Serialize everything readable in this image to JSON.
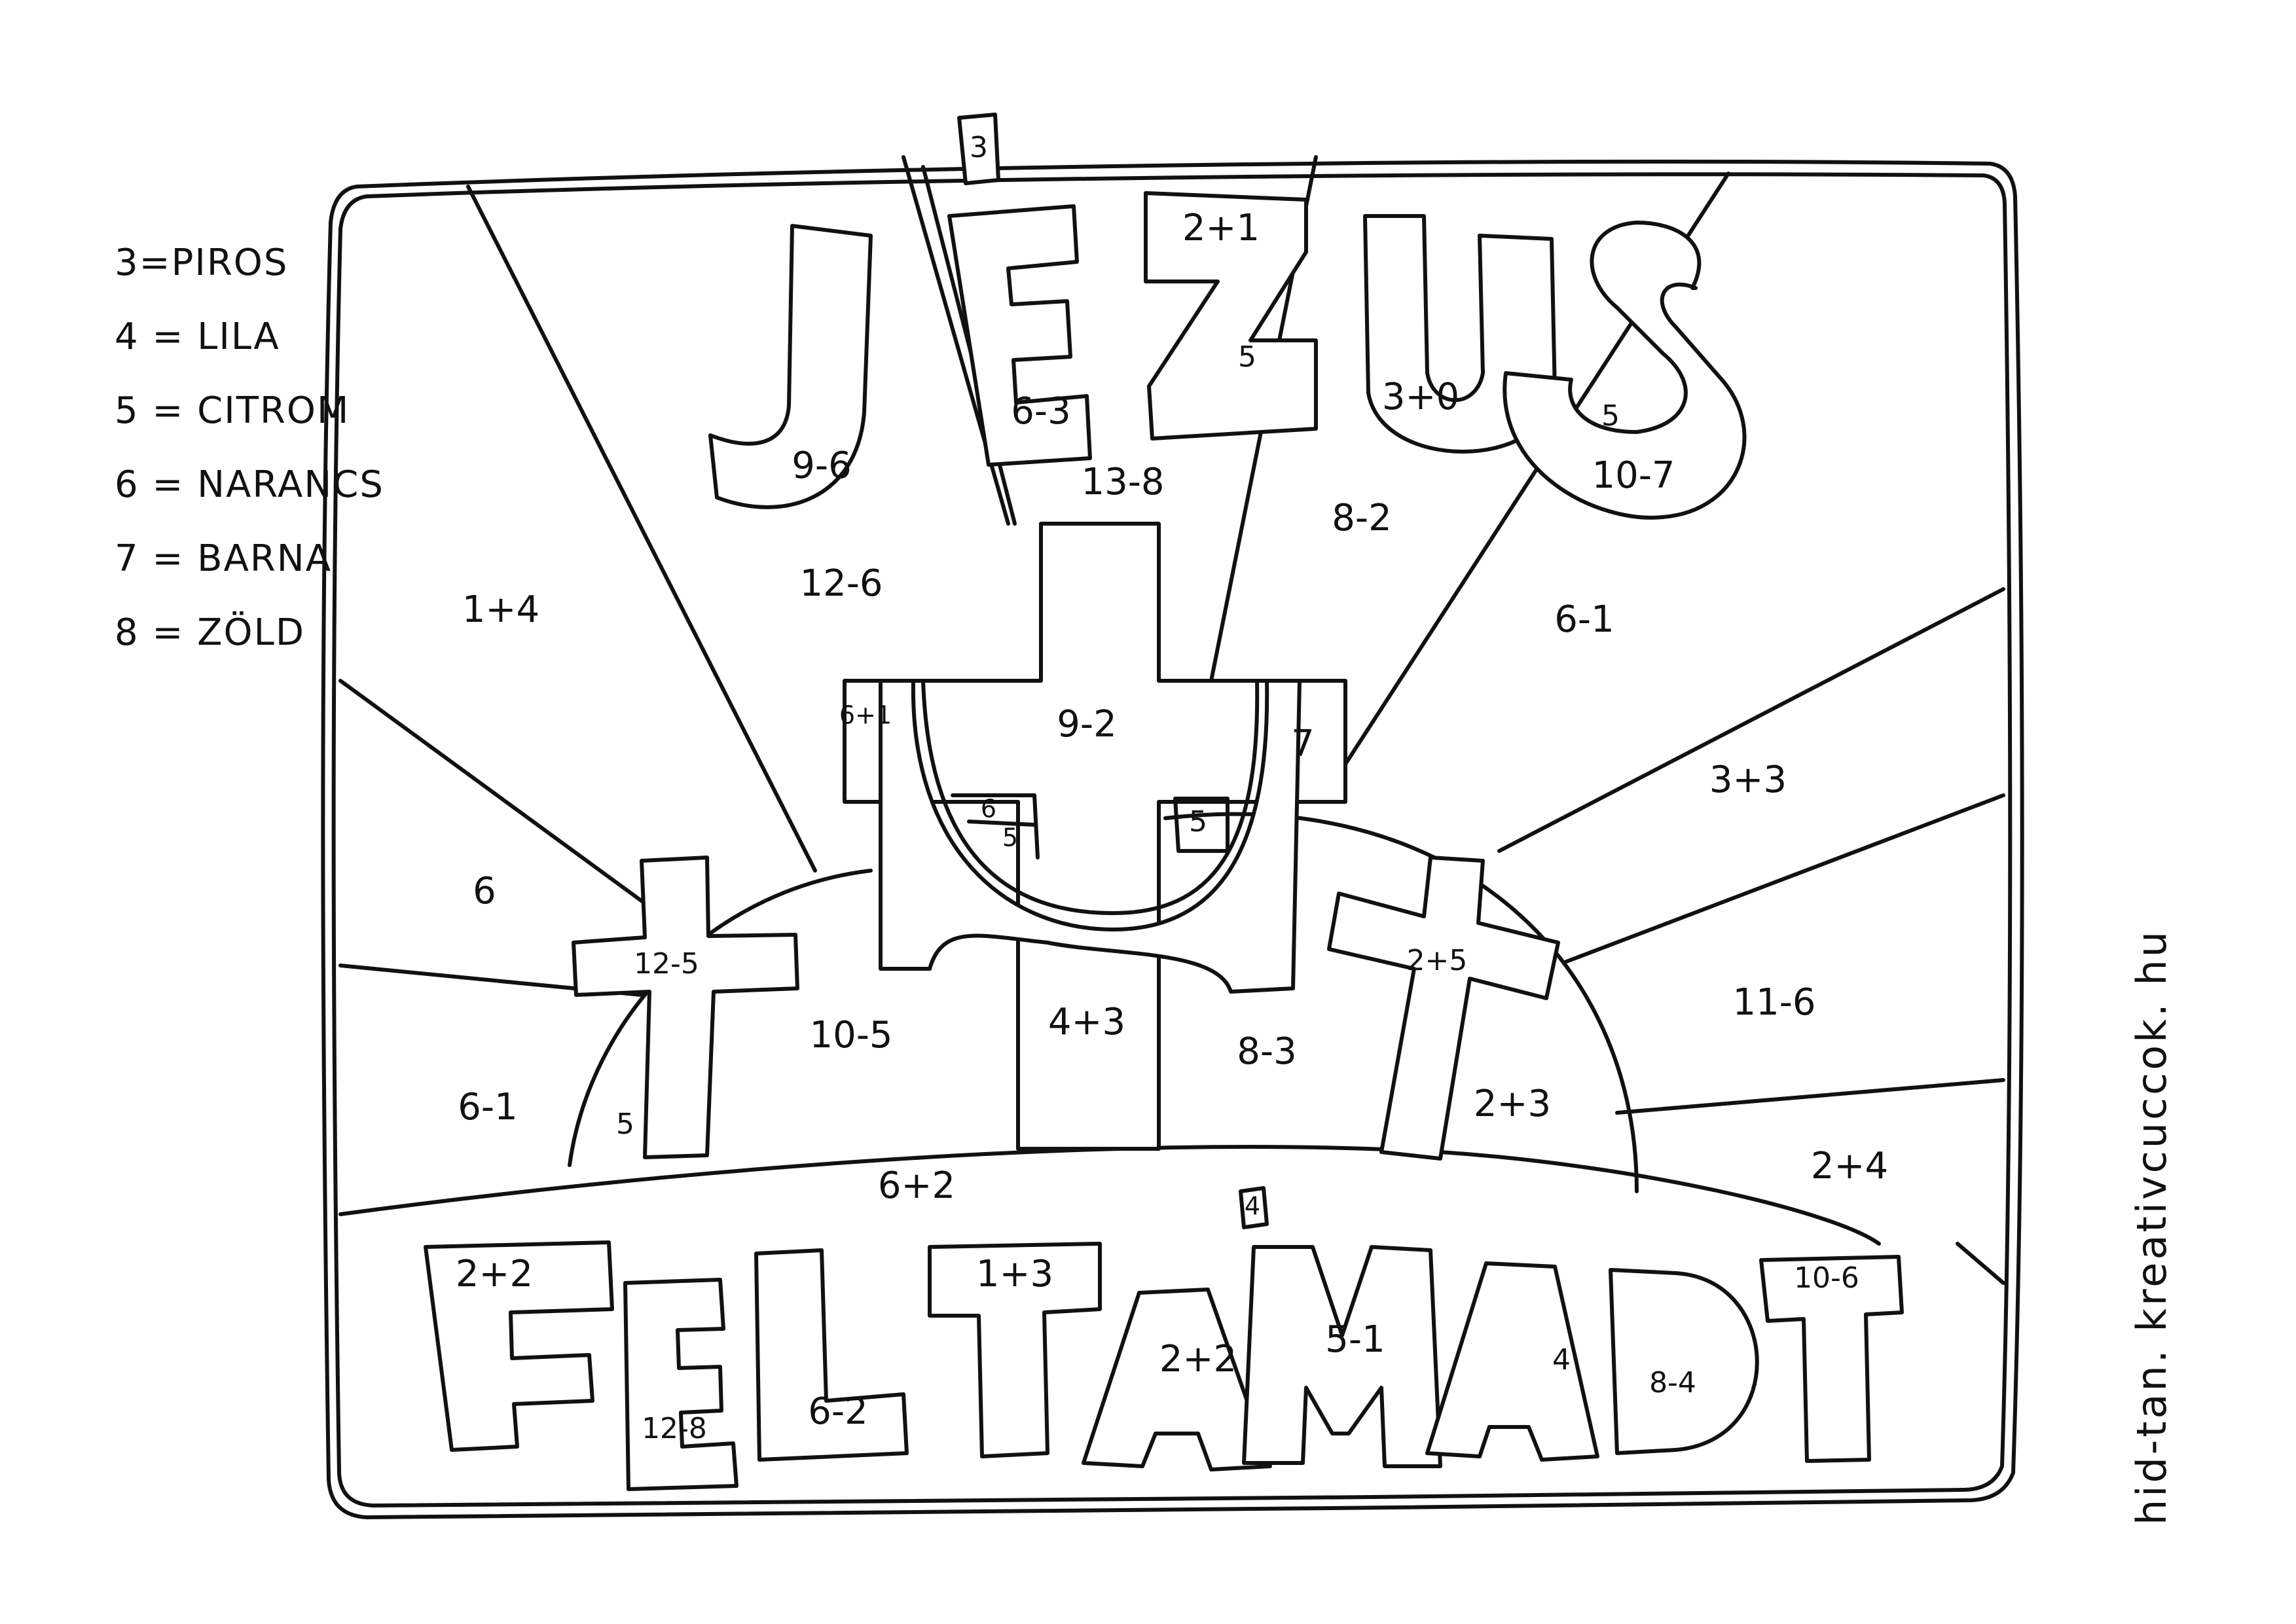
{
  "legend": [
    {
      "number": "3",
      "color_name": "PIROS"
    },
    {
      "number": "4",
      "color_name": "LILA"
    },
    {
      "number": "5",
      "color_name": "CITROM"
    },
    {
      "number": "6",
      "color_name": "NARANCS"
    },
    {
      "number": "7",
      "color_name": "BARNA"
    },
    {
      "number": "8",
      "color_name": "ZÖLD"
    }
  ],
  "credit": "hid-tan. kreativcuccok. hu",
  "title_words": [
    "JÉZUS",
    "FELTÁMADT"
  ],
  "regions": {
    "j": "9-6",
    "e_top": "3",
    "e": "6-3",
    "z_box": "2+1",
    "z": "5",
    "u": "3+0",
    "s_inner": "5",
    "s": "10-7",
    "ray_top_mid": "13-8",
    "ray_right_top": "8-2",
    "ray_left_top": "12-6",
    "ray_left": "1+4",
    "ray_right": "6-1",
    "cross_center": "9-2",
    "cloth_left": "6+1",
    "cloth_right": "7",
    "cloth_mid_a": "6",
    "cloth_mid_b": "5",
    "cloth_right_small": "5",
    "ray_right_mid": "3+3",
    "ray_left_mid": "6",
    "cross_left": "12-5",
    "cross_right": "2+5",
    "ray_right_low": "11-6",
    "hill_left": "10-5",
    "cross_center_base": "4+3",
    "hill_right": "8-3",
    "ray_left_low": "6-1",
    "hill_left_small": "5",
    "hill_right_small": "2+3",
    "ray_right_bottom": "2+4",
    "ground": "6+2",
    "accent_a": "4",
    "f_box": "2+2",
    "e2": "12-8",
    "l": "6-2",
    "t_box": "1+3",
    "a": "2+2",
    "m": "5-1",
    "a2": "4",
    "d": "8-4",
    "t2_box": "10-6"
  }
}
